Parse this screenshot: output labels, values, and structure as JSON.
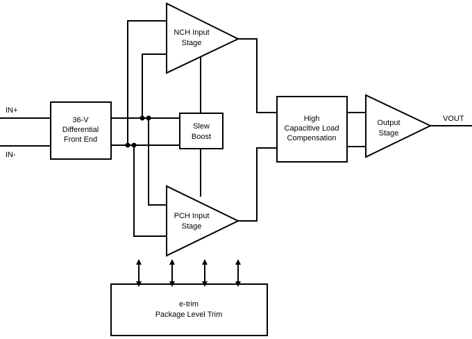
{
  "inputs": {
    "in_plus": "IN+",
    "in_minus": "IN-"
  },
  "output": {
    "vout": "VOUT"
  },
  "blocks": {
    "front_end": {
      "line1": "36-V",
      "line2": "Differential",
      "line3": "Front End"
    },
    "nch_stage": {
      "line1": "NCH Input",
      "line2": "Stage"
    },
    "pch_stage": {
      "line1": "PCH Input",
      "line2": "Stage"
    },
    "slew_boost": {
      "line1": "Slew",
      "line2": "Boost"
    },
    "compensation": {
      "line1": "High",
      "line2": "Capacitive Load",
      "line3": "Compensation"
    },
    "output_stage": {
      "line1": "Output",
      "line2": "Stage"
    },
    "etrim": {
      "line1": "e-trim",
      "line2": "Package Level Trim"
    }
  }
}
